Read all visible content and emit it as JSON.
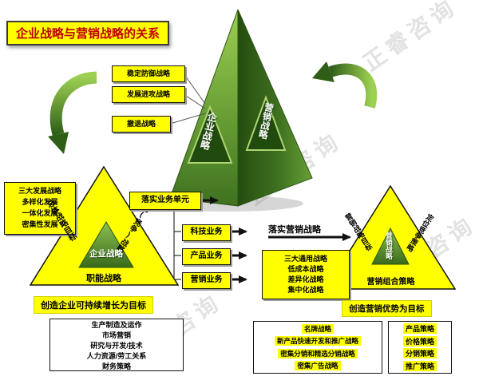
{
  "title": "企业战略与营销战略的关系",
  "watermark": "正睿咨询",
  "colors": {
    "highlight": "#ffff00",
    "green": "#4a7d22",
    "title_red": "#c00000"
  },
  "pyramid": {
    "left_face_label": "企业战略",
    "right_face_label": "营销战略"
  },
  "corporate_strategy_types": {
    "items": [
      "稳定防御战略",
      "发展进攻战略",
      "撤退战略"
    ]
  },
  "development_strategies": {
    "lines": [
      "三大发展战略",
      "多样化发展",
      "一体化发展",
      "密集性发展"
    ]
  },
  "left_triangle": {
    "left_edge": "总体战略目标",
    "right_edge": "业务(竞争)战略",
    "inner_label": "企业战略",
    "bottom_label": "职能战略",
    "goal": "创造企业可持续增长为目标"
  },
  "flow": {
    "implement_business_unit": "落实业务单元",
    "business_items": [
      "科技业务",
      "产品业务",
      "营销业务"
    ],
    "implement_marketing": "落实营销战略",
    "generic_strategies": {
      "lines": [
        "三大通用战略",
        "低成本战略",
        "差异化战略",
        "集中化战略"
      ]
    }
  },
  "right_triangle": {
    "left_edge": "营销战略目标",
    "right_edge": "定位竞争策略",
    "inner_label": "营销战略",
    "bottom_label": "营销组合策略",
    "goal": "创造营销优势为目标"
  },
  "functional_box": {
    "lines": [
      "生产制造及运作",
      "市场营销",
      "研究与开发/技术",
      "人力资源/劳工关系",
      "财务策略"
    ]
  },
  "marketing_strategy_box": {
    "lines": [
      "名牌战略",
      "新产品快速开发和推广战略",
      "密集分销和精选分销战略",
      "密集广告战略"
    ]
  },
  "marketing_mix_box": {
    "lines": [
      "产品策略",
      "价格策略",
      "分销策略",
      "推广策略"
    ]
  }
}
